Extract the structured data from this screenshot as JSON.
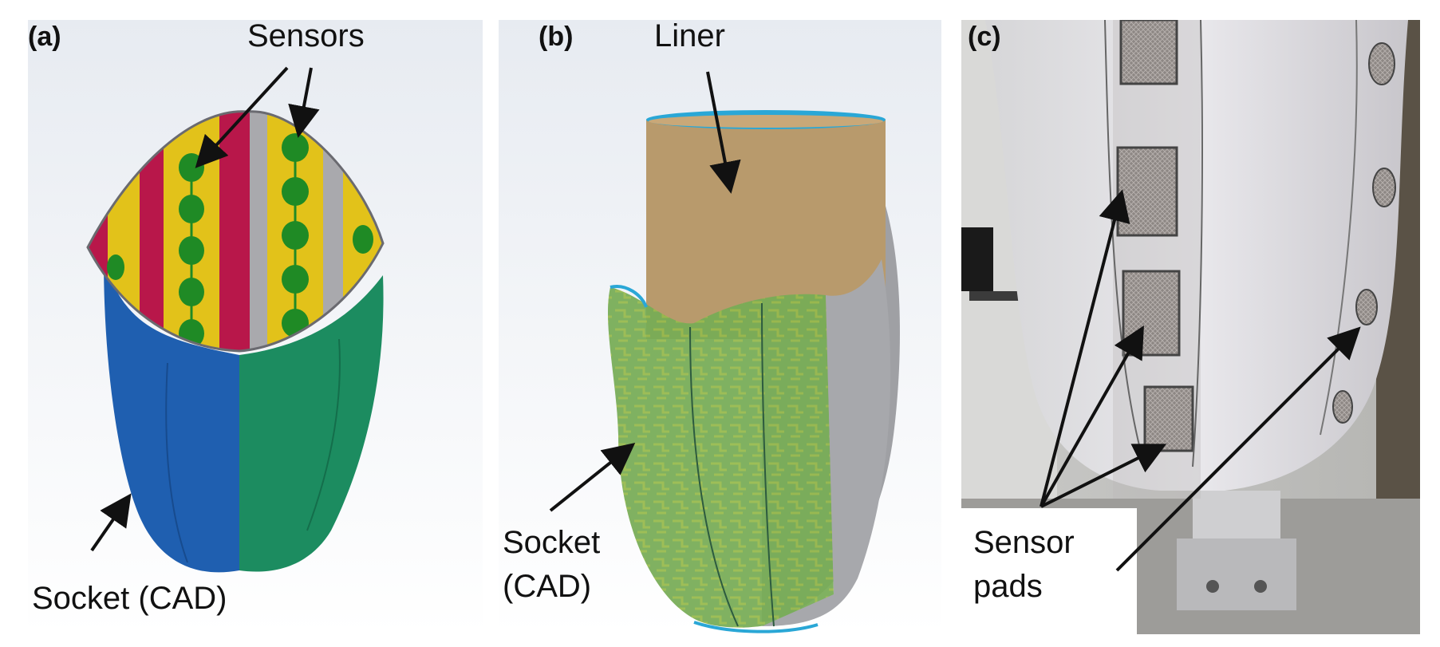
{
  "panels": [
    {
      "letter": "(a)",
      "labels": {
        "sensors": "Sensors",
        "socket": "Socket (CAD)"
      }
    },
    {
      "letter": "(b)",
      "labels": {
        "liner": "Liner",
        "socket_line1": "Socket",
        "socket_line2": "(CAD)"
      }
    },
    {
      "letter": "(c)",
      "labels": {
        "pads_line1": "Sensor",
        "pads_line2": "pads"
      }
    }
  ],
  "colors": {
    "blue": "#1f5fb0",
    "green": "#1c8c60",
    "crimson": "#b8174a",
    "yellow": "#e2c21a",
    "sensor_green": "#1f8a25",
    "grey": "#a9a9ad",
    "liner_tan": "#b89a6c",
    "rim_cyan": "#2aa7d6",
    "background": "#eef1f5"
  },
  "icons": [
    "arrow"
  ]
}
